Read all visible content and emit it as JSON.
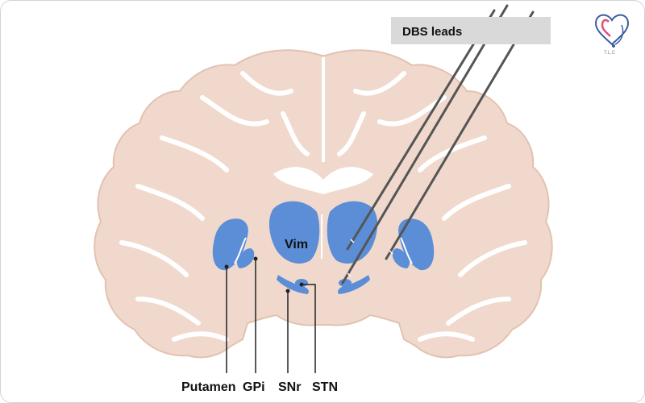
{
  "diagram": {
    "leads_label": "DBS leads",
    "region_labels": {
      "vim": "Vim",
      "putamen": "Putamen",
      "gpi": "GPi",
      "snr": "SNr",
      "stn": "STN"
    }
  },
  "logo": {
    "icon": "heart-stethoscope-logo-icon",
    "text": "T.L.C"
  },
  "colors": {
    "brain": "#f0d9cc",
    "brain_outline": "#e2c2b0",
    "nuclei": "#5b8ed6",
    "lead": "#555555",
    "label_box": "#d9d9d9"
  }
}
